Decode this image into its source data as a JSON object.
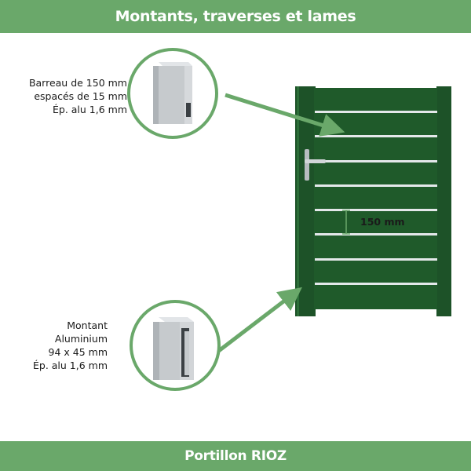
{
  "header": {
    "title": "Montants, traverses et lames"
  },
  "footer": {
    "product_name": "Portillon RIOZ"
  },
  "callouts": {
    "bar": {
      "lines": [
        "Barreau de 150 mm",
        "espacés de 15 mm",
        "Ép. alu 1,6 mm"
      ]
    },
    "post": {
      "lines": [
        "Montant",
        "Aluminium",
        "94 x 45 mm",
        "Ép. alu 1,6 mm"
      ]
    }
  },
  "gate": {
    "dimension_label": "150 mm"
  },
  "colors": {
    "accent_green": "#6aa86a",
    "gate_green": "#1f5a2a",
    "aluminium": "#c4c8cc"
  },
  "icons": [
    "bar-profile-icon",
    "post-profile-icon",
    "gate-handle-icon",
    "arrow-icon"
  ]
}
